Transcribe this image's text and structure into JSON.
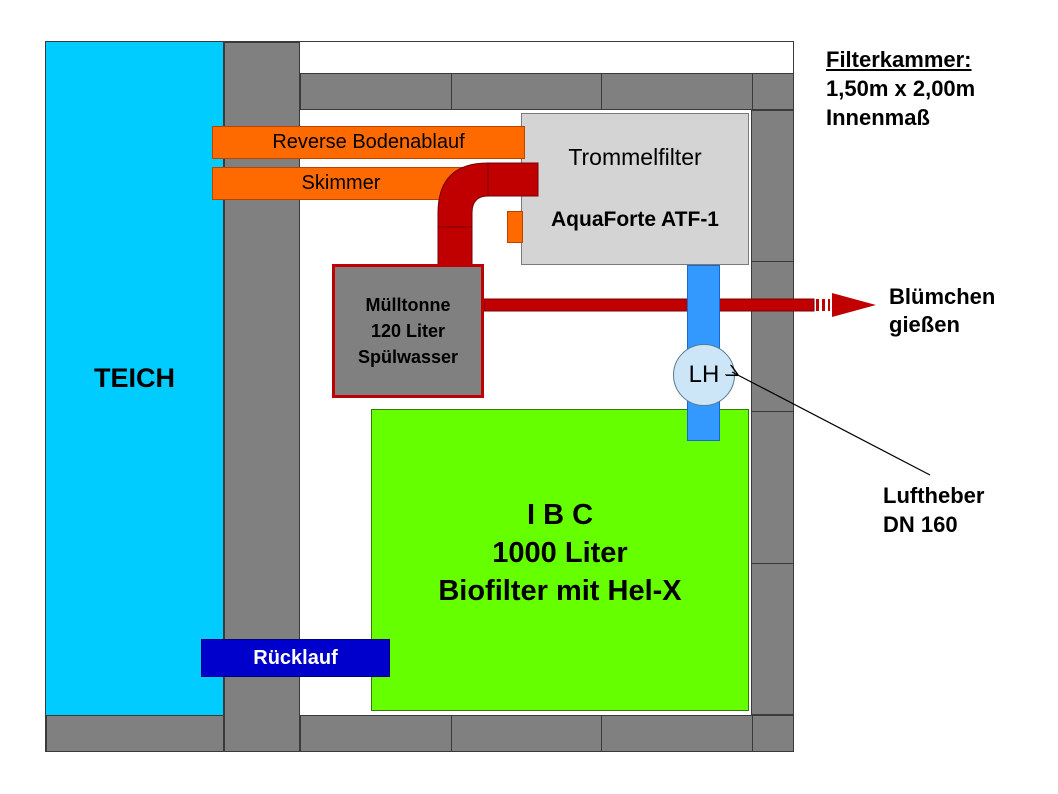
{
  "teich": {
    "label": "TEICH"
  },
  "filterkammer": {
    "title": "Filterkammer:",
    "size": "1,50m x 2,00m",
    "note": "Innenmaß"
  },
  "pipes": {
    "reverse_bodenablauf": "Reverse Bodenablauf",
    "skimmer": "Skimmer",
    "ruecklauf": "Rücklauf"
  },
  "drum_filter": {
    "line1": "Trommelfilter",
    "line2": "AquaForte ATF-1"
  },
  "waste_bin": {
    "line1": "Mülltonne",
    "line2": "120 Liter",
    "line3": "Spülwasser"
  },
  "ibc": {
    "line1": "I B C",
    "line2": "1000 Liter",
    "line3": "Biofilter mit Hel-X"
  },
  "lh": {
    "label": "LH"
  },
  "callouts": {
    "bluemchen_line1": "Blümchen",
    "bluemchen_line2": "gießen",
    "lufttheber_line1": "Luftheber",
    "lufttheber_line2": "DN 160"
  },
  "colors": {
    "teich": "#00ccff",
    "wall": "#808080",
    "orange_pipe": "#ff6a00",
    "red_pipe": "#c00000",
    "ibc": "#66ff00",
    "drum_filter": "#d4d4d4",
    "airlift_pipe": "#3399ff",
    "ruecklauf": "#0000cc"
  }
}
